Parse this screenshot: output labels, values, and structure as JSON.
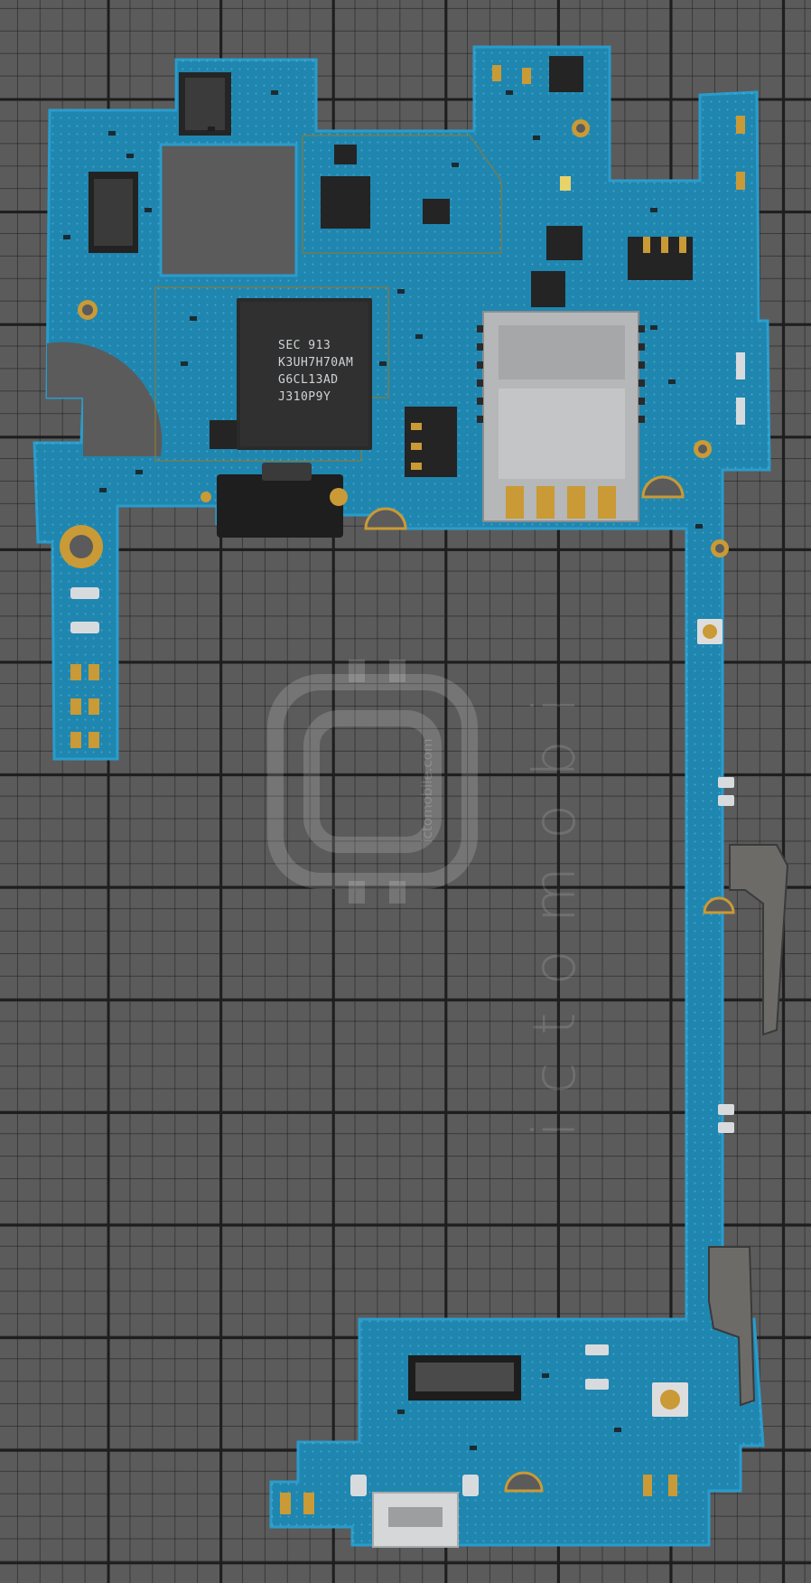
{
  "chip_label": {
    "line1": "SEC 913",
    "line2": "K3UH7H70AM",
    "line3": "G6CL13AD",
    "line4": "J310P9Y"
  },
  "watermark": {
    "brand": "ictomobi",
    "site": "ictomobile.com"
  },
  "colors": {
    "board": "#1f86b0",
    "board_edge": "#2a9ccc",
    "grid_line": "#1e1e1e",
    "background": "#5b5b5b",
    "chip": "#2a2a2a",
    "gold": "#c99a36"
  }
}
